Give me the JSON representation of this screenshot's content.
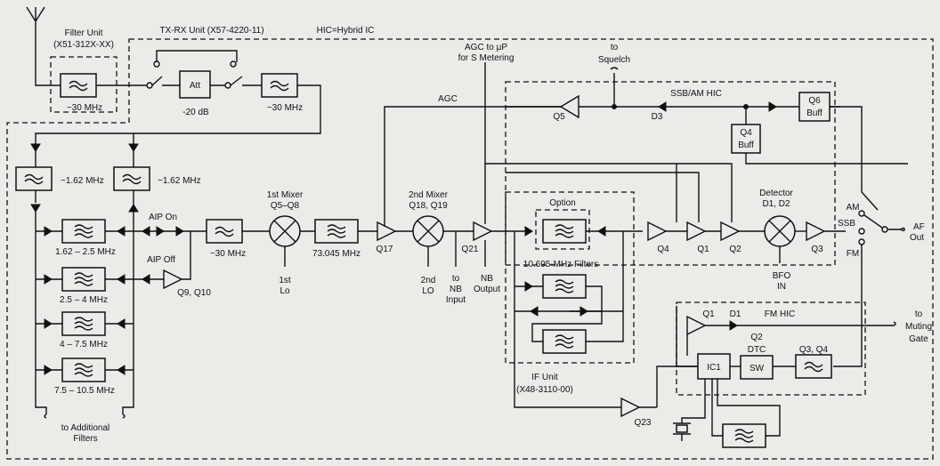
{
  "blocks": {
    "filter_unit": "Filter Unit",
    "filter_unit_code": "(X51-312X-XX)",
    "txrx_unit": "TX-RX Unit (X57-4220-11)",
    "hic_note": "HIC=Hybrid IC",
    "ssb_am_hic": "SSB/AM HIC",
    "fm_hic": "FM HIC",
    "if_unit": "IF Unit",
    "if_unit_code": "(X48-3110-00)",
    "option": "Option",
    "if_filters": "10.695-MHz Filters"
  },
  "labels": {
    "f30_1": "~30 MHz",
    "att": "Att",
    "minus20": "-20 dB",
    "f30_2": "~30 MHz",
    "agc_to_up_1": "AGC to μP",
    "agc_to_up_2": "for S Metering",
    "to_squelch_1": "to",
    "to_squelch_2": "Squelch",
    "agc": "AGC",
    "q5": "Q5",
    "d3": "D3",
    "q6_1": "Q6",
    "q6_2": "Buff",
    "q4buff_1": "Q4",
    "q4buff_2": "Buff",
    "lpf162_a": "~1.62 MHz",
    "lpf162_b": "~1.62 MHz",
    "aip_on": "AIP On",
    "aip_off": "AIP Off",
    "q9q10": "Q9, Q10",
    "band1": "1.62 – 2.5 MHz",
    "band2": "2.5 – 4 MHz",
    "band3": "4 – 7.5 MHz",
    "band4": "7.5 – 10.5 MHz",
    "to_add_1": "to Additional",
    "to_add_2": "Filters",
    "f30_3": "~30 MHz",
    "mixer1_1": "1st Mixer",
    "mixer1_2": "Q5–Q8",
    "lo1_1": "1st",
    "lo1_2": "Lo",
    "f73": "73.045 MHz",
    "q17": "Q17",
    "mixer2_1": "2nd Mixer",
    "mixer2_2": "Q18, Q19",
    "lo2_1": "2nd",
    "lo2_2": "LO",
    "to_nb_1": "to",
    "to_nb_2": "NB",
    "to_nb_3": "Input",
    "q21": "Q21",
    "nb_out_1": "NB",
    "nb_out_2": "Output",
    "q4": "Q4",
    "q1": "Q1",
    "q2": "Q2",
    "detector_1": "Detector",
    "detector_2": "D1, D2",
    "q3": "Q3",
    "bfo_1": "BFO",
    "bfo_2": "IN",
    "am": "AM",
    "ssb": "SSB",
    "fm": "FM",
    "af_out_1": "AF",
    "af_out_2": "Out",
    "fm_q1": "Q1",
    "fm_d1": "D1",
    "fm_q2_1": "Q2",
    "fm_q2_2": "DTC",
    "sw": "SW",
    "fm_q3q4": "Q3, Q4",
    "ic1": "IC1",
    "muting_1": "to",
    "muting_2": "Muting",
    "muting_3": "Gate",
    "q23": "Q23"
  }
}
